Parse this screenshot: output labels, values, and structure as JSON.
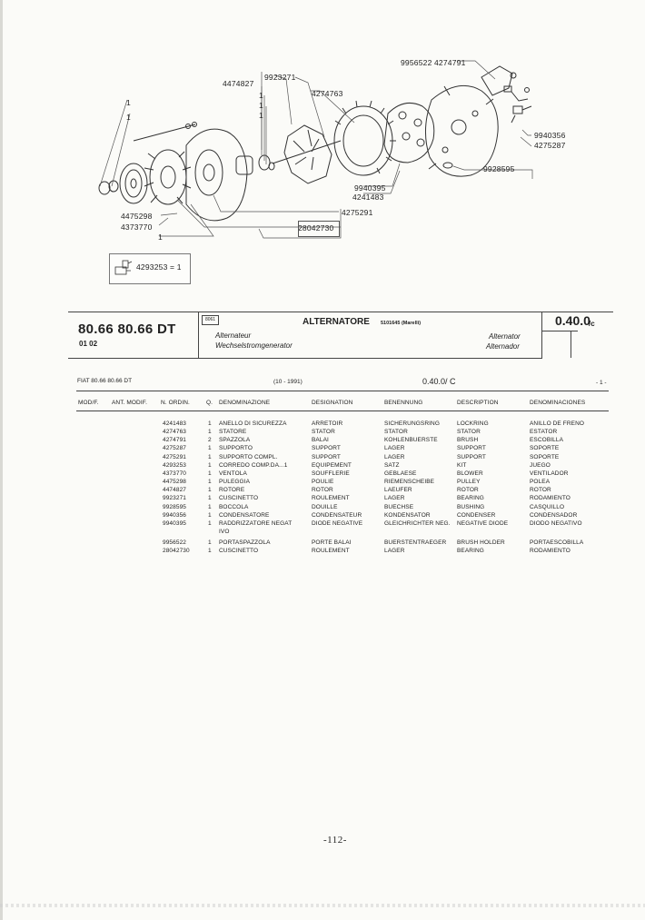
{
  "diagram": {
    "callouts": [
      "9956522",
      "4274791",
      "4474827",
      "9923271",
      "4274763",
      "1",
      "1",
      "1",
      "1",
      "1",
      "9940356",
      "4275287",
      "9928595",
      "9940395",
      "4241483",
      "4275291",
      "28042730",
      "4475298",
      "4373770",
      "1"
    ],
    "kit_label": "4293253 = 1"
  },
  "header": {
    "model": "80.66 80.66 DT",
    "model_sub": "01 02",
    "group_code": "8061",
    "title": "ALTERNATORE",
    "title_code": "5101645 (Marelli)",
    "translation_fr": "Alternateur",
    "translation_de": "Wechselstromgenerator",
    "translation_en": "Alternator",
    "translation_es": "Alternador",
    "page_code": "0.40.0",
    "page_code_suffix": "/c"
  },
  "table_meta": {
    "fiat_line": "FIAT 80.66 80.66 DT",
    "date_range": "(10 - 1991)",
    "ref_code": "0.40.0/ C",
    "page_num": "- 1 -"
  },
  "columns": [
    "MOD/F.",
    "ANT. MODIF.",
    "N. ORDIN.",
    "Q.",
    "DENOMINAZIONE",
    "DESIGNATION",
    "BENENNUNG",
    "DESCRIPTION",
    "DENOMINACIONES"
  ],
  "rows": [
    {
      "ordin": "4241483",
      "q": "1",
      "it": "ANELLO DI SICUREZZA",
      "fr": "ARRETOIR",
      "de": "SICHERUNGSRING",
      "en": "LOCKRING",
      "es": "ANILLO DE FRENO"
    },
    {
      "ordin": "4274763",
      "q": "1",
      "it": "STATORE",
      "fr": "STATOR",
      "de": "STATOR",
      "en": "STATOR",
      "es": "ESTATOR"
    },
    {
      "ordin": "4274791",
      "q": "2",
      "it": "SPAZZOLA",
      "fr": "BALAI",
      "de": "KOHLENBUERSTE",
      "en": "BRUSH",
      "es": "ESCOBILLA"
    },
    {
      "ordin": "4275287",
      "q": "1",
      "it": "SUPPORTO",
      "fr": "SUPPORT",
      "de": "LAGER",
      "en": "SUPPORT",
      "es": "SOPORTE"
    },
    {
      "ordin": "4275291",
      "q": "1",
      "it": "SUPPORTO COMPL.",
      "fr": "SUPPORT",
      "de": "LAGER",
      "en": "SUPPORT",
      "es": "SOPORTE"
    },
    {
      "ordin": "4293253",
      "q": "1",
      "it": "CORREDO COMP.DA...1",
      "fr": "EQUIPEMENT",
      "de": "SATZ",
      "en": "KIT",
      "es": "JUEGO"
    },
    {
      "ordin": "4373770",
      "q": "1",
      "it": "VENTOLA",
      "fr": "SOUFFLERIE",
      "de": "GEBLAESE",
      "en": "BLOWER",
      "es": "VENTILADOR"
    },
    {
      "ordin": "4475298",
      "q": "1",
      "it": "PULEGGIA",
      "fr": "POULIE",
      "de": "RIEMENSCHEIBE",
      "en": "PULLEY",
      "es": "POLEA"
    },
    {
      "ordin": "4474827",
      "q": "1",
      "it": "ROTORE",
      "fr": "ROTOR",
      "de": "LAEUFER",
      "en": "ROTOR",
      "es": "ROTOR"
    },
    {
      "ordin": "9923271",
      "q": "1",
      "it": "CUSCINETTO",
      "fr": "ROULEMENT",
      "de": "LAGER",
      "en": "BEARING",
      "es": "RODAMIENTO"
    },
    {
      "ordin": "9928595",
      "q": "1",
      "it": "BOCCOLA",
      "fr": "DOUILLE",
      "de": "BUECHSE",
      "en": "BUSHING",
      "es": "CASQUILLO"
    },
    {
      "ordin": "9940356",
      "q": "1",
      "it": "CONDENSATORE",
      "fr": "CONDENSATEUR",
      "de": "KONDENSATOR",
      "en": "CONDENSER",
      "es": "CONDENSADOR"
    },
    {
      "ordin": "9940395",
      "q": "1",
      "it": "RADDRIZZATORE NEGAT",
      "fr": "DIODE NEGATIVE",
      "de": "GLEICHRICHTER NEG.",
      "en": "NEGATIVE DIODE",
      "es": "DIODO NEGATIVO"
    },
    {
      "ordin": "",
      "q": "",
      "it": "IVO",
      "fr": "",
      "de": "",
      "en": "",
      "es": ""
    },
    {
      "ordin": "9956522",
      "q": "1",
      "it": "PORTASPAZZOLA",
      "fr": "PORTE BALAI",
      "de": "BUERSTENTRAEGER",
      "en": "BRUSH HOLDER",
      "es": "PORTAESCOBILLA"
    },
    {
      "ordin": "28042730",
      "q": "1",
      "it": "CUSCINETTO",
      "fr": "ROULEMENT",
      "de": "LAGER",
      "en": "BEARING",
      "es": "RODAMIENTO"
    }
  ],
  "footer": {
    "page": "-112-"
  }
}
